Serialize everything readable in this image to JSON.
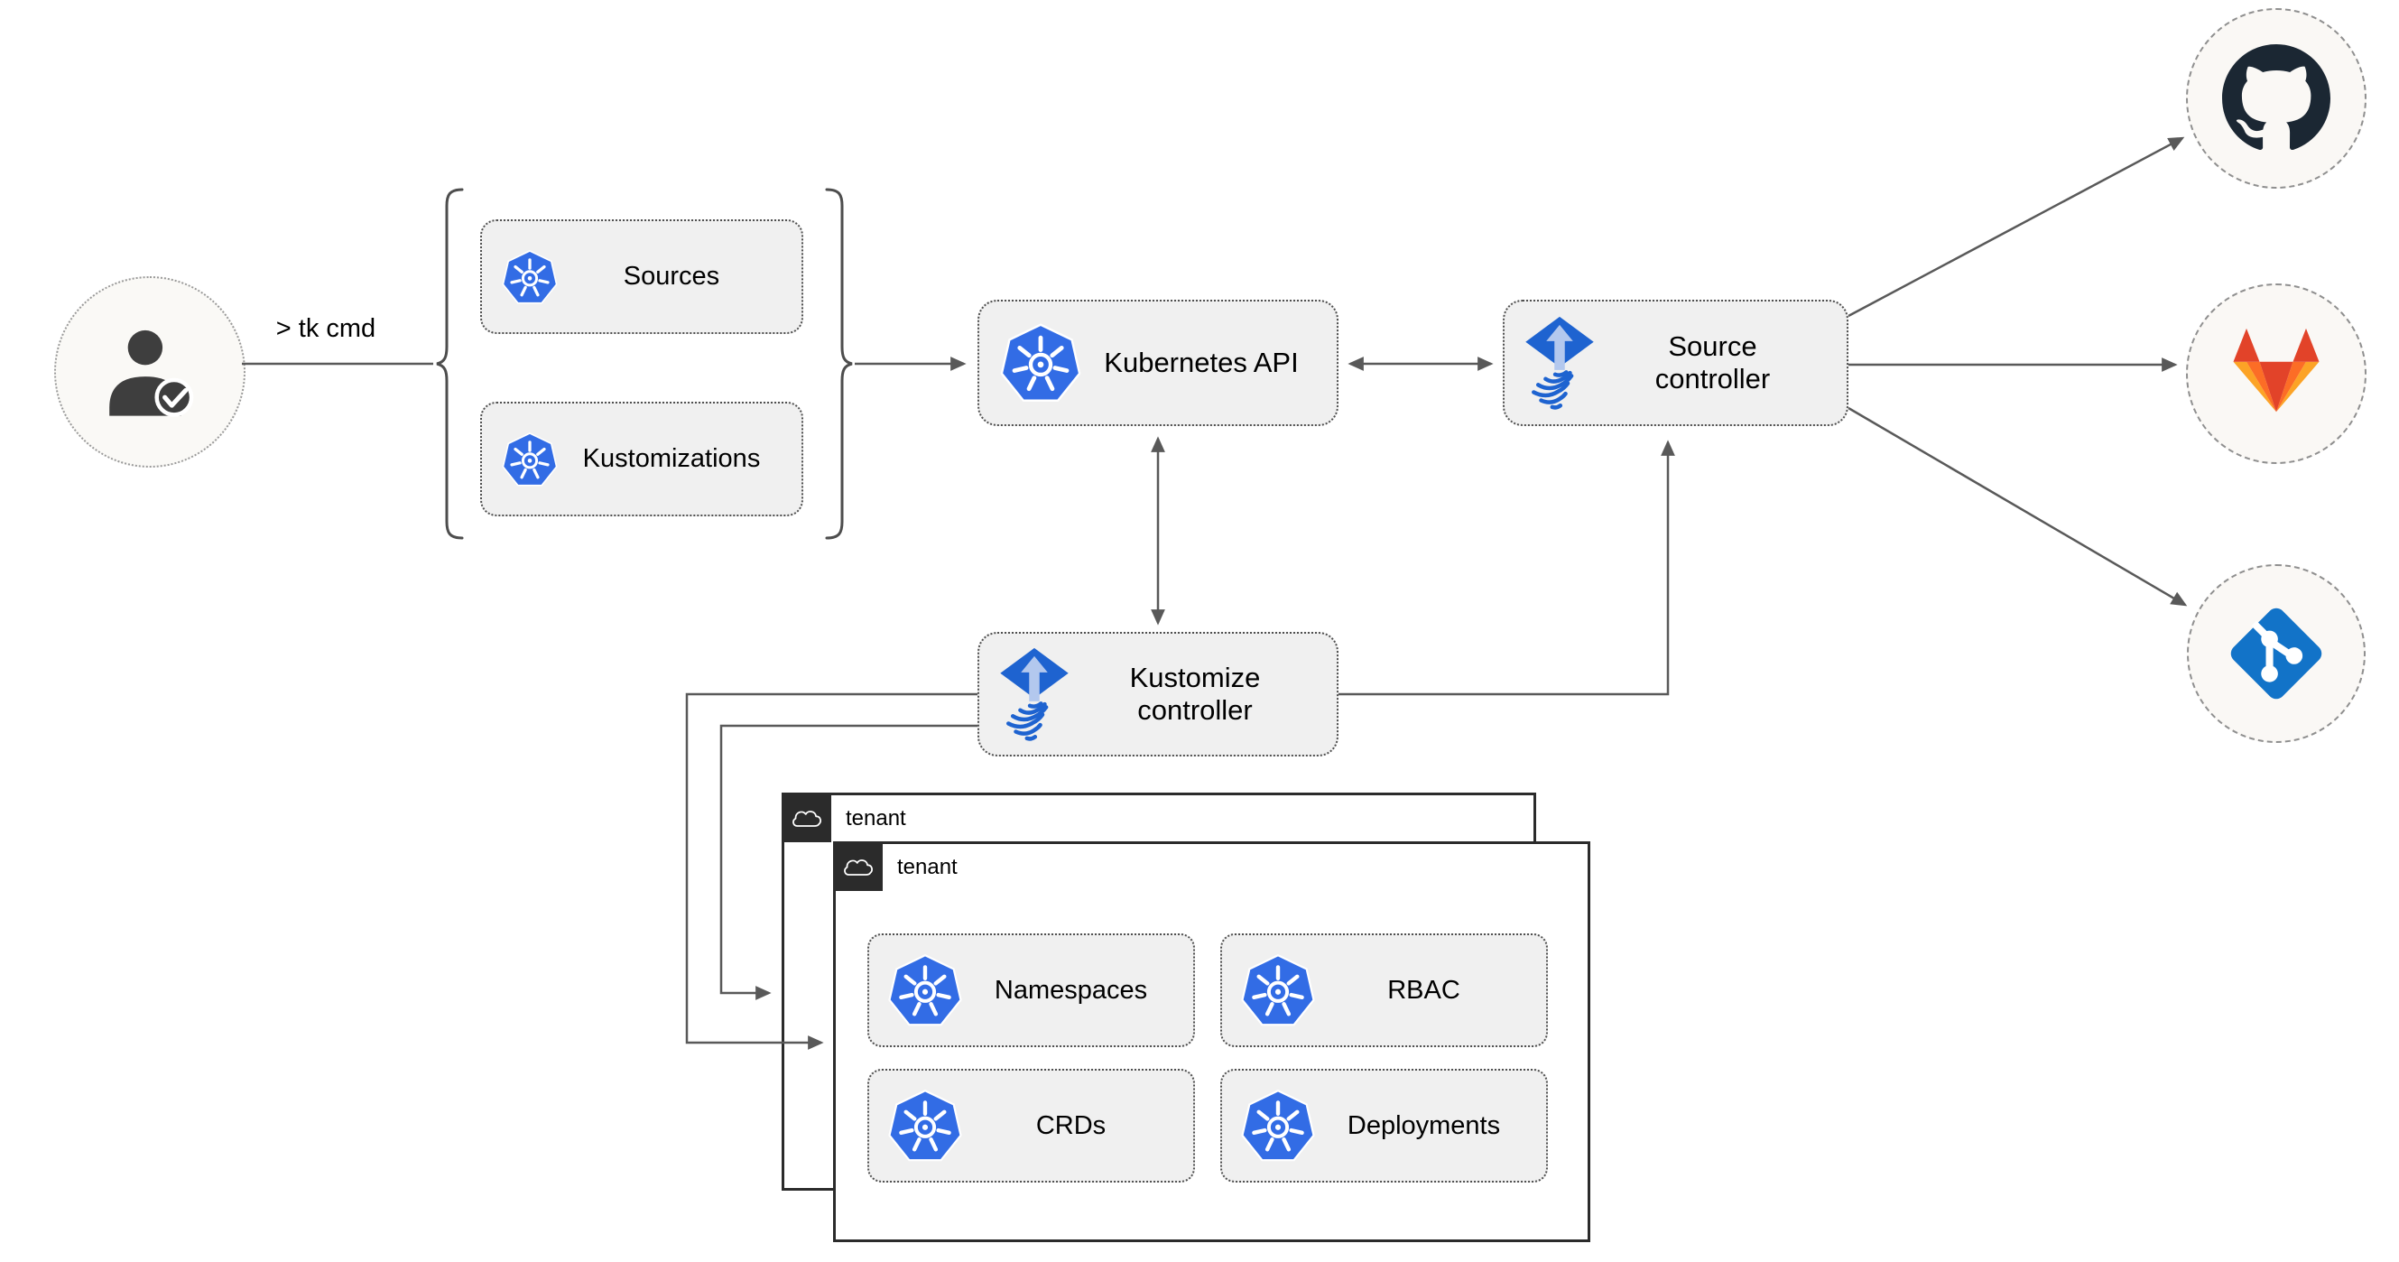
{
  "user": {
    "command": "> tk cmd"
  },
  "nodes": {
    "sources": {
      "label": "Sources"
    },
    "kustomizations": {
      "label": "Kustomizations"
    },
    "kubernetes_api": {
      "label": "Kubernetes API"
    },
    "source_controller": {
      "label": "Source controller"
    },
    "kustomize_controller": {
      "label": "Kustomize controller"
    },
    "namespaces": {
      "label": "Namespaces"
    },
    "rbac": {
      "label": "RBAC"
    },
    "crds": {
      "label": "CRDs"
    },
    "deployments": {
      "label": "Deployments"
    }
  },
  "groups": {
    "tenant_back": {
      "label": "tenant"
    },
    "tenant_front": {
      "label": "tenant"
    }
  },
  "endpoints": {
    "github": {
      "icon": "github-icon"
    },
    "gitlab": {
      "icon": "gitlab-icon"
    },
    "git": {
      "icon": "git-icon"
    }
  },
  "colors": {
    "kubernetes_blue": "#326ce5",
    "flux_blue": "#1e63d0",
    "flux_light_arrow": "#b3c8ee",
    "github_dark": "#1b2733",
    "gitlab_red": "#e24329",
    "gitlab_orange": "#fc6d26",
    "gitlab_amber": "#fca326",
    "git_blue": "#1273c8",
    "connector_gray": "#595959",
    "node_fill": "#f0f0f0",
    "tenant_border": "#2b2b2b"
  }
}
